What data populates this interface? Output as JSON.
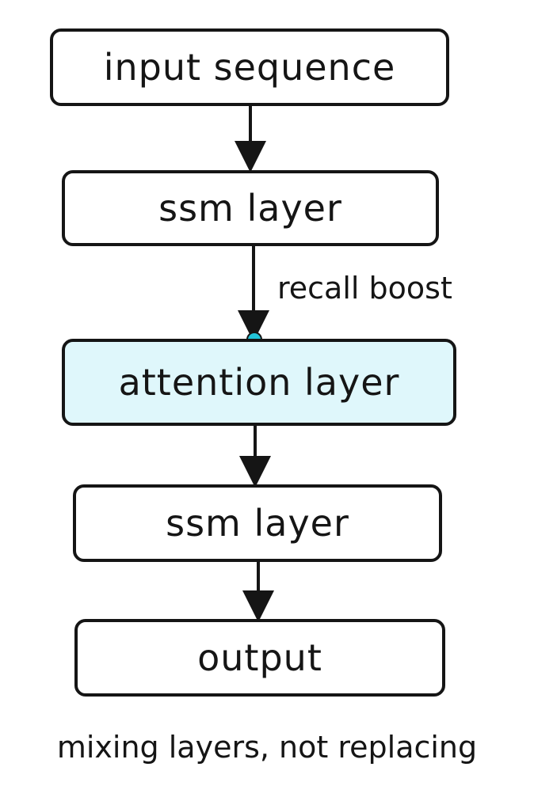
{
  "nodes": {
    "input": "input sequence",
    "ssm_top": "ssm layer",
    "attention": "attention layer",
    "ssm_bottom": "ssm layer",
    "output": "output"
  },
  "edge_label": "recall boost",
  "caption": "mixing layers, not replacing",
  "colors": {
    "stroke": "#151515",
    "highlight_fill": "#dff7fb",
    "marker_dot": "#22c4d8"
  }
}
